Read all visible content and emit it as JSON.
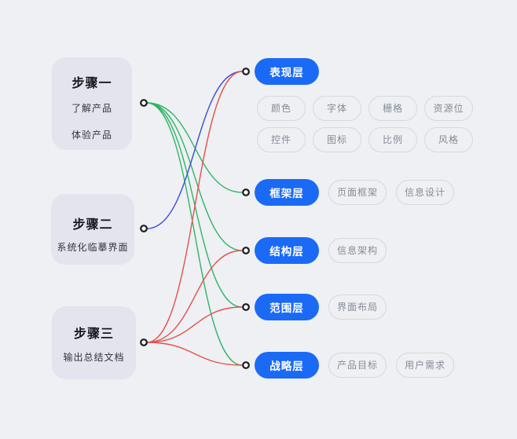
{
  "steps": [
    {
      "title": "步骤一",
      "items": [
        "了解产品",
        "体验产品"
      ]
    },
    {
      "title": "步骤二",
      "items": [
        "系统化临摹界面"
      ]
    },
    {
      "title": "步骤三",
      "items": [
        "输出总结文档"
      ]
    }
  ],
  "layers": [
    {
      "label": "表现层",
      "tags": [
        "颜色",
        "字体",
        "栅格",
        "资源位",
        "控件",
        "图标",
        "比例",
        "风格"
      ]
    },
    {
      "label": "框架层",
      "tags": [
        "页面框架",
        "信息设计"
      ]
    },
    {
      "label": "结构层",
      "tags": [
        "信息架构"
      ]
    },
    {
      "label": "范围层",
      "tags": [
        "界面布局"
      ]
    },
    {
      "label": "战略层",
      "tags": [
        "产品目标",
        "用户需求"
      ]
    }
  ],
  "connections": [
    {
      "from_step": 0,
      "to_layer": 1,
      "color": "green"
    },
    {
      "from_step": 0,
      "to_layer": 2,
      "color": "green"
    },
    {
      "from_step": 0,
      "to_layer": 3,
      "color": "green"
    },
    {
      "from_step": 0,
      "to_layer": 4,
      "color": "green"
    },
    {
      "from_step": 1,
      "to_layer": 0,
      "color": "blue"
    },
    {
      "from_step": 2,
      "to_layer": 0,
      "color": "red"
    },
    {
      "from_step": 2,
      "to_layer": 2,
      "color": "red"
    },
    {
      "from_step": 2,
      "to_layer": 3,
      "color": "red"
    },
    {
      "from_step": 2,
      "to_layer": 4,
      "color": "red"
    }
  ],
  "colors": {
    "canvas_bg": "#eef0f3",
    "step_card_bg": "#e3e4ee",
    "layer_pill_bg": "#1b6af5",
    "layer_pill_text": "#ffffff",
    "link_green": "#30b465",
    "link_red": "#e4504e",
    "link_blue": "#3b4ed8",
    "node_dot_stroke": "#1a1b1f",
    "tag_border": "#d6d8de",
    "tag_text": "#868c97"
  }
}
